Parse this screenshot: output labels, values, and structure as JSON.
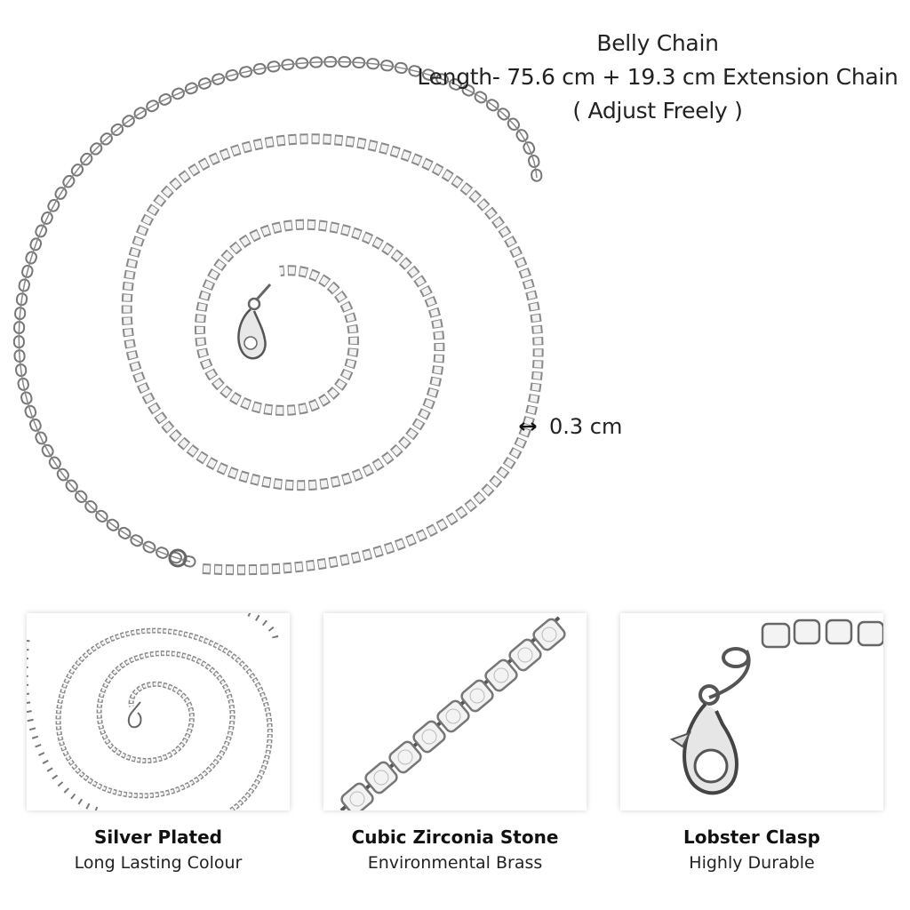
{
  "header": {
    "title": "Belly Chain",
    "length_line": "Length- 75.6 cm + 19.3 cm Extension Chain",
    "adjust_line": "( Adjust Freely )"
  },
  "measurement": {
    "width_label": "0.3 cm",
    "icon": "double-arrow-icon"
  },
  "features": [
    {
      "title": "Silver Plated",
      "subtitle": "Long Lasting Colour",
      "image": "full-spiral-chain"
    },
    {
      "title": "Cubic Zirconia Stone",
      "subtitle": "Environmental Brass",
      "image": "stone-closeup"
    },
    {
      "title": "Lobster Clasp",
      "subtitle": "Highly Durable",
      "image": "clasp-closeup"
    }
  ],
  "colors": {
    "background": "#ffffff",
    "text": "#222222",
    "metal": "#8a8a8a"
  }
}
